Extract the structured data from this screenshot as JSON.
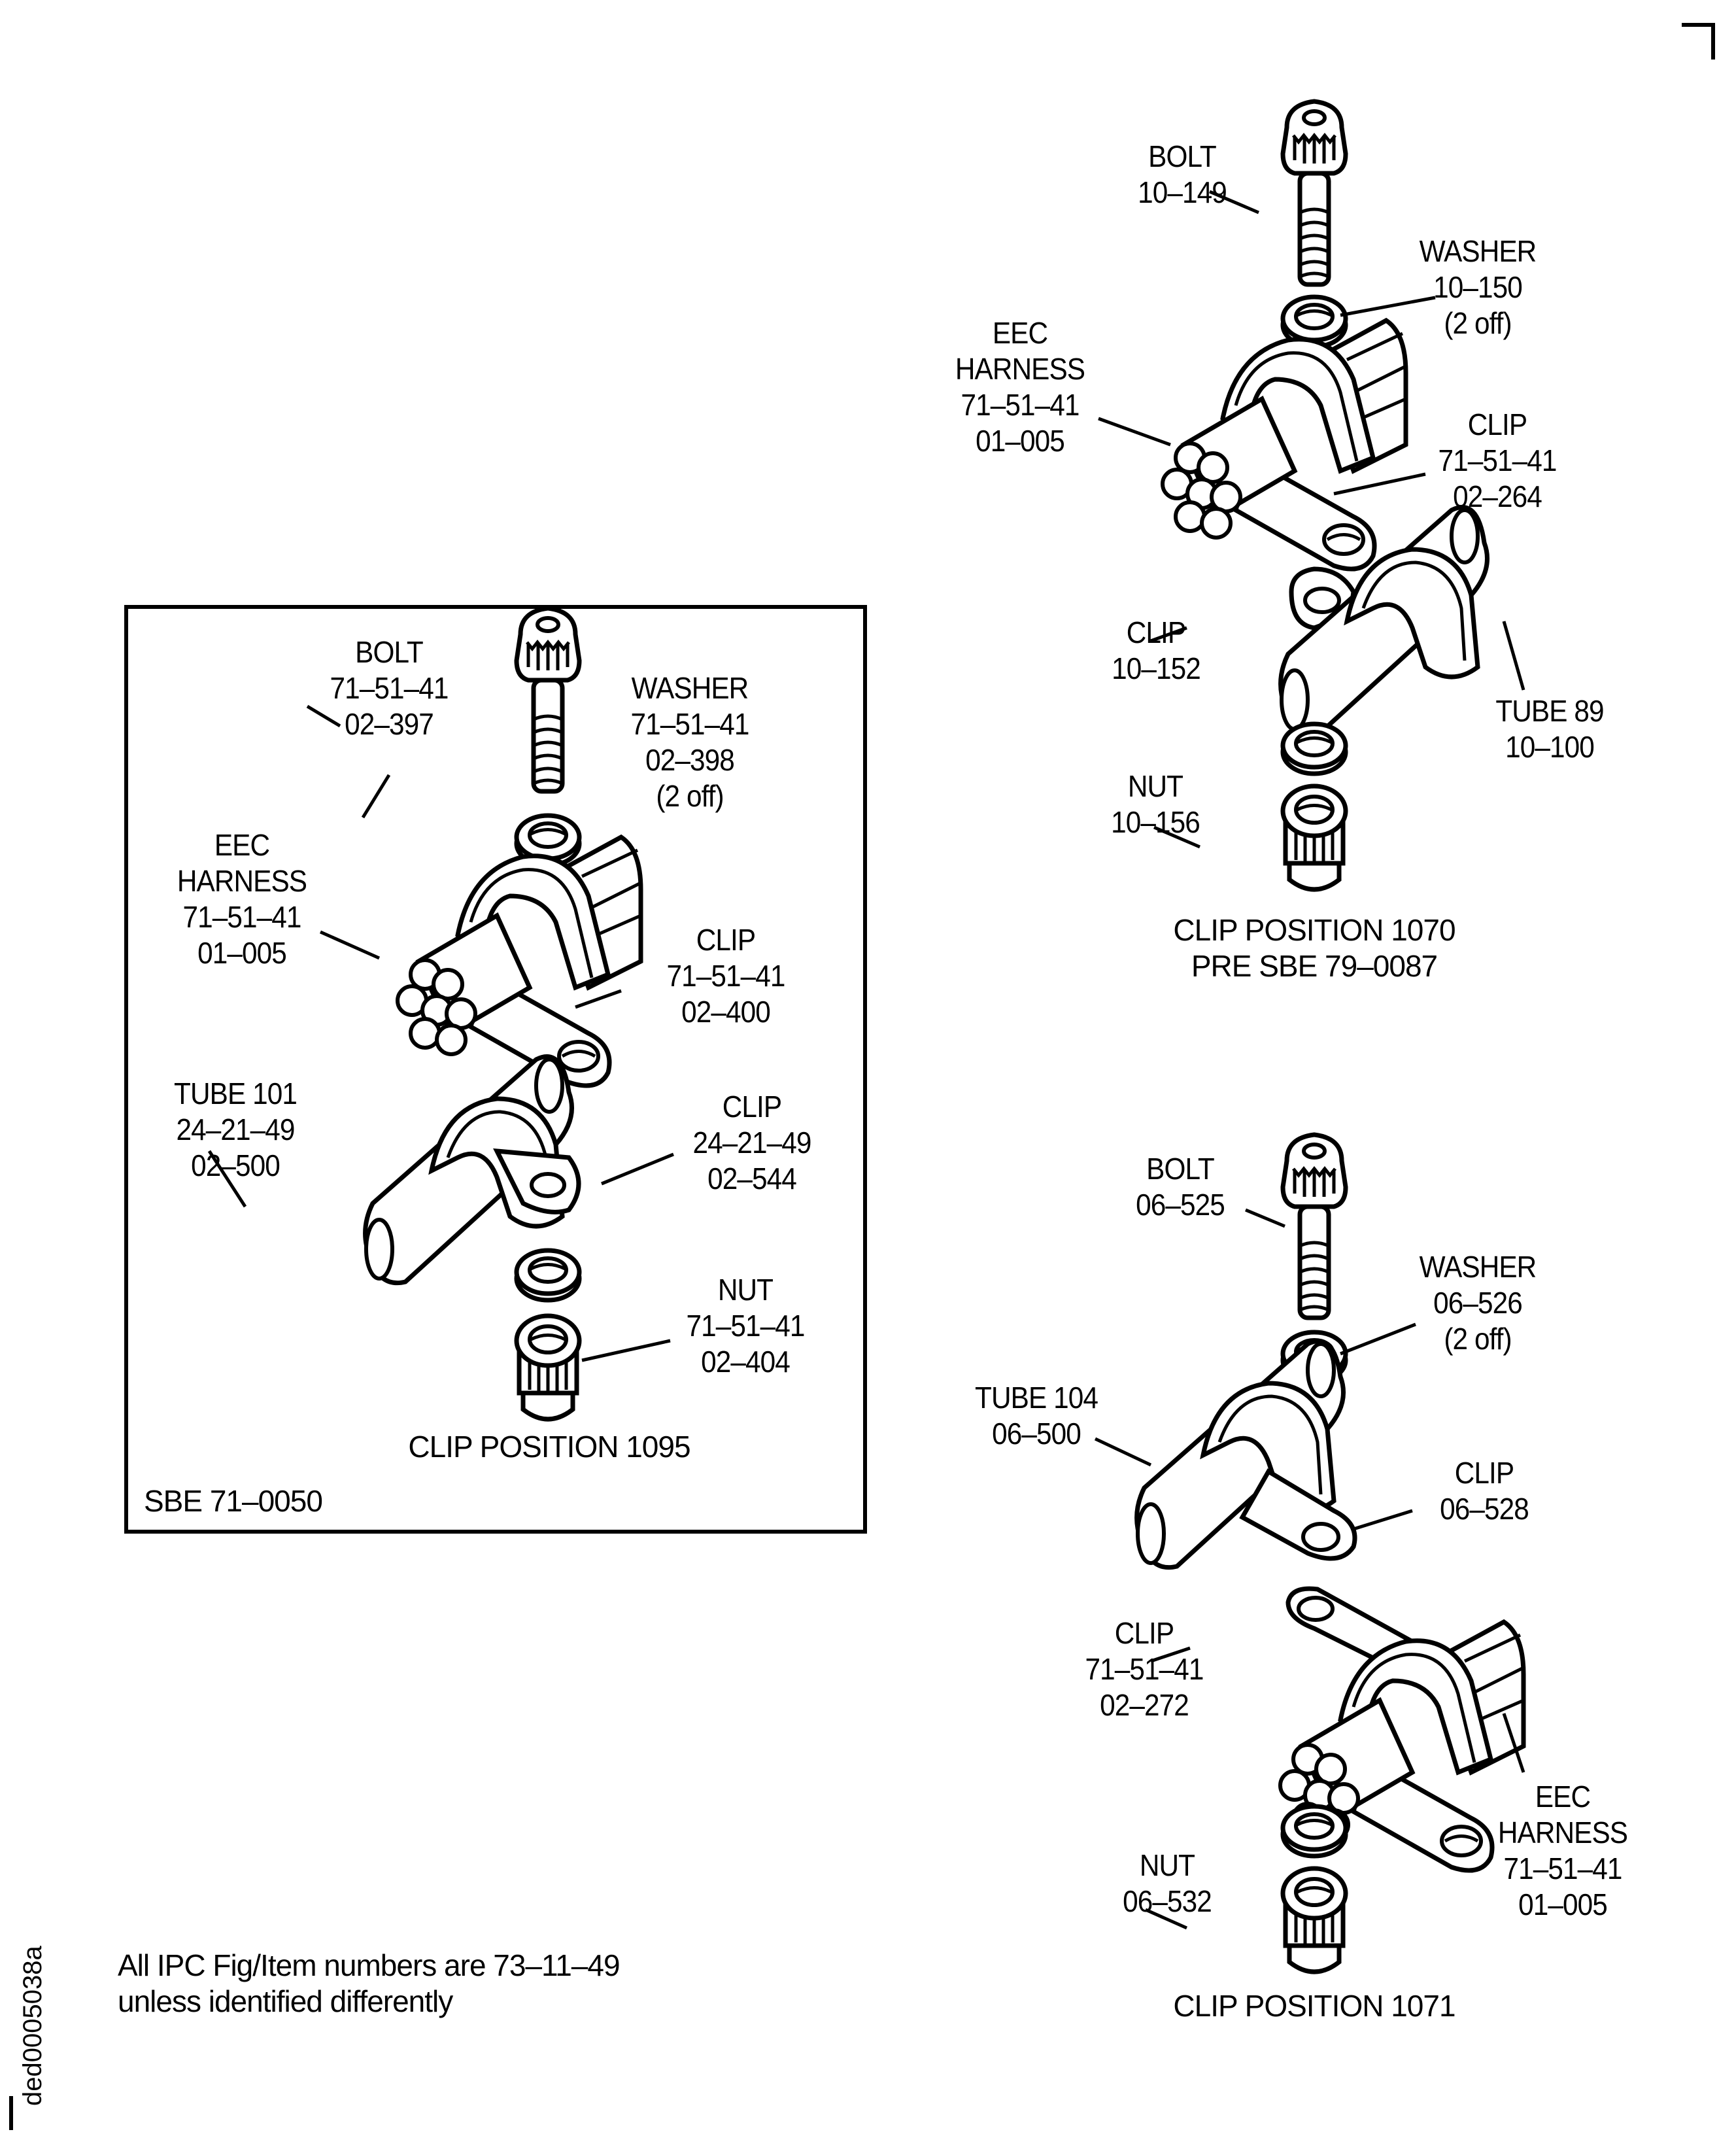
{
  "figure": {
    "note_lines": [
      "All IPC Fig/Item numbers are 73–11–49",
      "unless identified differently"
    ],
    "document_id": "ded0005038a"
  },
  "assemblies": [
    {
      "id": "clip-position-1070",
      "caption_lines": [
        "CLIP POSITION 1070",
        "PRE SBE 79–0087"
      ],
      "parts": [
        {
          "name": "bolt",
          "lines": [
            "BOLT",
            "10–149"
          ]
        },
        {
          "name": "washer",
          "lines": [
            "WASHER",
            "10–150",
            "(2 off)"
          ]
        },
        {
          "name": "eec-harness",
          "lines": [
            "EEC",
            "HARNESS",
            "71–51–41",
            "01–005"
          ]
        },
        {
          "name": "clip-harness",
          "lines": [
            "CLIP",
            "71–51–41",
            "02–264"
          ]
        },
        {
          "name": "clip-tube",
          "lines": [
            "CLIP",
            "10–152"
          ]
        },
        {
          "name": "tube",
          "lines": [
            "TUBE 89",
            "10–100"
          ]
        },
        {
          "name": "nut",
          "lines": [
            "NUT",
            "10–156"
          ]
        }
      ]
    },
    {
      "id": "clip-position-1095",
      "caption_lines": [
        "CLIP POSITION 1095"
      ],
      "inset_label": "SBE 71–0050",
      "parts": [
        {
          "name": "bolt",
          "lines": [
            "BOLT",
            "71–51–41",
            "02–397"
          ]
        },
        {
          "name": "washer",
          "lines": [
            "WASHER",
            "71–51–41",
            "02–398",
            "(2 off)"
          ]
        },
        {
          "name": "eec-harness",
          "lines": [
            "EEC",
            "HARNESS",
            "71–51–41",
            "01–005"
          ]
        },
        {
          "name": "clip-harness",
          "lines": [
            "CLIP",
            "71–51–41",
            "02–400"
          ]
        },
        {
          "name": "tube",
          "lines": [
            "TUBE 101",
            "24–21–49",
            "02–500"
          ]
        },
        {
          "name": "clip-tube",
          "lines": [
            "CLIP",
            "24–21–49",
            "02–544"
          ]
        },
        {
          "name": "nut",
          "lines": [
            "NUT",
            "71–51–41",
            "02–404"
          ]
        }
      ]
    },
    {
      "id": "clip-position-1071",
      "caption_lines": [
        "CLIP POSITION 1071"
      ],
      "parts": [
        {
          "name": "bolt",
          "lines": [
            "BOLT",
            "06–525"
          ]
        },
        {
          "name": "washer",
          "lines": [
            "WASHER",
            "06–526",
            "(2 off)"
          ]
        },
        {
          "name": "tube",
          "lines": [
            "TUBE 104",
            "06–500"
          ]
        },
        {
          "name": "clip-tube",
          "lines": [
            "CLIP",
            "06–528"
          ]
        },
        {
          "name": "clip-harness",
          "lines": [
            "CLIP",
            "71–51–41",
            "02–272"
          ]
        },
        {
          "name": "eec-harness",
          "lines": [
            "EEC",
            "HARNESS",
            "71–51–41",
            "01–005"
          ]
        },
        {
          "name": "nut",
          "lines": [
            "NUT",
            "06–532"
          ]
        }
      ]
    }
  ]
}
